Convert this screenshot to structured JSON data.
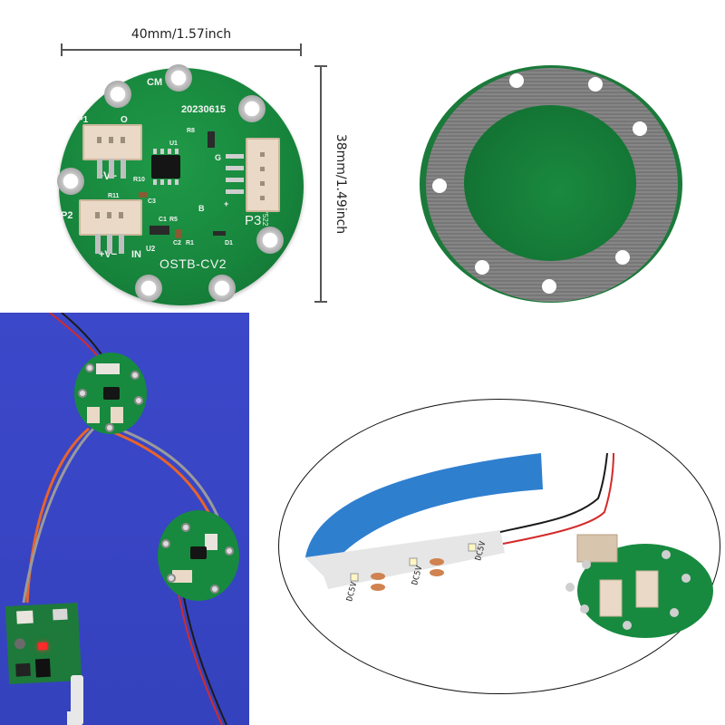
{
  "panels": {
    "front_view": {
      "width_dimension": "40mm/1.57inch",
      "height_dimension": "38mm/1.49inch",
      "pcb_labels": {
        "cm": "CM",
        "date_code": "20230615",
        "p1": "P1",
        "p1_pin": "O",
        "p1_power": "+V−",
        "p2": "P2",
        "p2_power": "+V−",
        "p2_pin": "IN",
        "p3": "P3",
        "part_number": "1209390_Y522",
        "u1": "U1",
        "u2": "U2",
        "r1": "R1",
        "r5": "R5",
        "r8": "R8",
        "r10": "R10",
        "r11": "R11",
        "c1": "C1",
        "c2": "C2",
        "c3": "C3",
        "d1": "D1",
        "b": "B",
        "g": "G",
        "plus": "+",
        "model": "OSTB-CV2"
      },
      "colors": {
        "pcb_green": "#17853c",
        "silkscreen": "#f4f4f4",
        "connector": "#e9d9c6"
      }
    },
    "back_view": {
      "colors": {
        "pad_silver": "#b5b5b5",
        "center_green": "#137434"
      }
    },
    "wiring_photo": {
      "background_color": "#3845c4",
      "wire_colors": [
        "#e8642a",
        "#9a9a9a",
        "#d42a2a",
        "#1a1a1a"
      ]
    },
    "led_strip_photo": {
      "strip_labels": [
        "DC5V",
        "DC5V",
        "DC5V"
      ],
      "polarity": "+",
      "tape_color": "#2f7fcf"
    }
  }
}
